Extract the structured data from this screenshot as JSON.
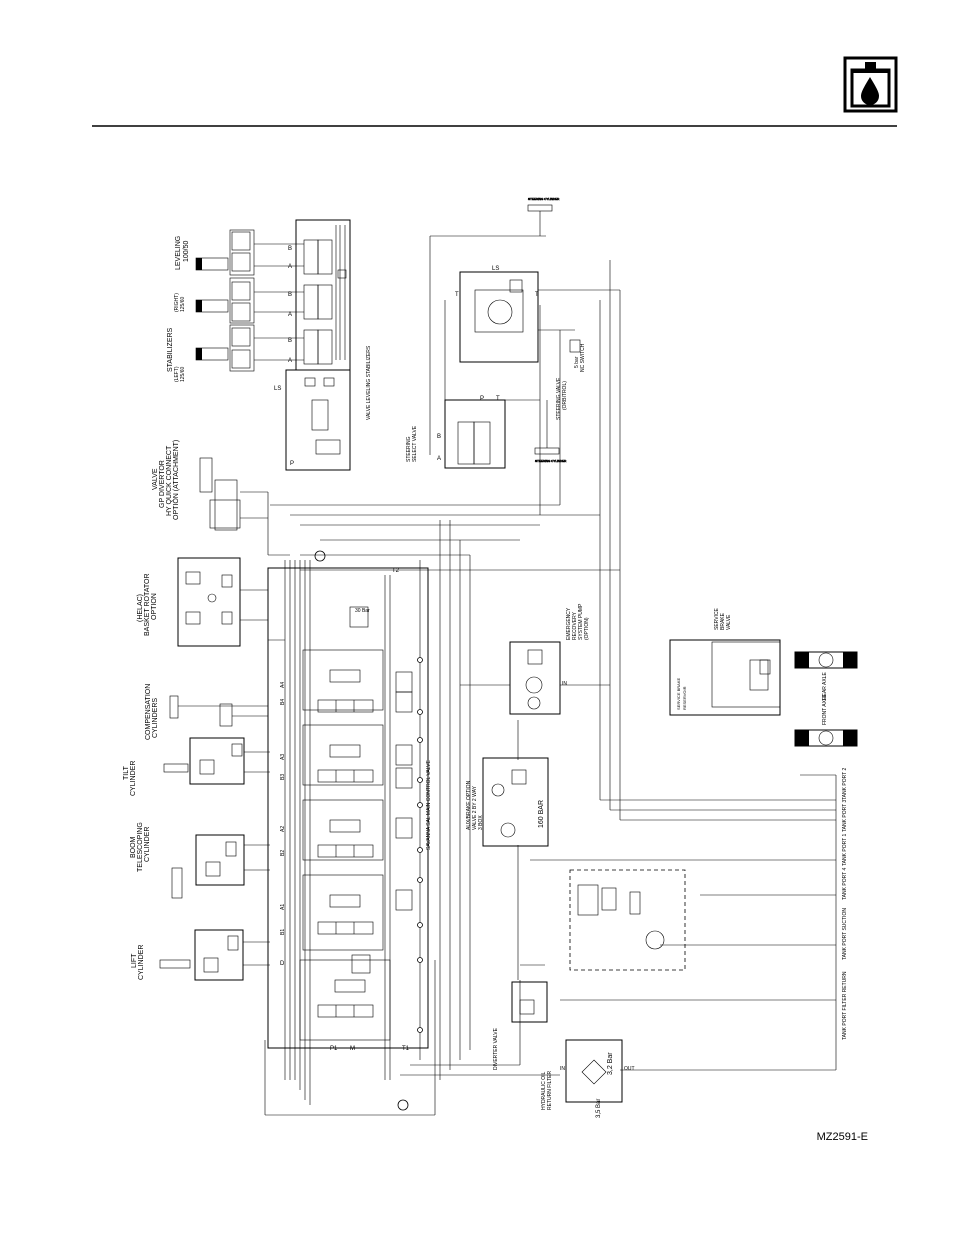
{
  "labels": {
    "leveling": [
      "LEVELING",
      "100/50"
    ],
    "stabilizers": [
      "STABILIZERS",
      "(RIGHT)",
      "125/60",
      "(LEFT)",
      "125/60"
    ],
    "valve_quick": [
      "VALVE",
      "GP DIVERTOR",
      "HY QUICK CONNECT",
      "OPTION (ATTACHMENT)"
    ],
    "basket": [
      "(HELAC)",
      "BASKET ROTATOR",
      "OPTION"
    ],
    "compensation": [
      "COMPENSATION",
      "CYLINDERS"
    ],
    "tilt": [
      "TILT",
      "CYLINDER"
    ],
    "boom_tele": [
      "BOOM",
      "TELESCOPING",
      "CYLINDER"
    ],
    "lift": [
      "LIFT",
      "CYLINDER"
    ],
    "main_valve": "SAVANNA SAL MAIN CONTROL VALVE",
    "valve_leveling": "VALVE LEVELING STABILIZERS",
    "steering_select": [
      "STEERING",
      "SELECT VALVE"
    ],
    "steering_valve": [
      "STEERING VALVE",
      "(ORBITROL)"
    ],
    "switch": [
      "5 bar",
      "NC SWITCH"
    ],
    "emergency": [
      "EMERGENCY",
      "RECOVERY",
      "SYSTEM PUMP",
      "(OPTION)"
    ],
    "aux_pump": [
      "AUX/BRAKE OPTION",
      "VALVE 2 BY 2 WAY",
      "3 BOX"
    ],
    "bar160": "160 BAR",
    "diverter": "DIVERTER VALVE",
    "filter": [
      "HYDRAULIC OIL",
      "RETURN FILTER"
    ],
    "filter_bar1": "3,2 Bar",
    "filter_bar2": "3,5 Bar",
    "front_axle": "FRONT AXLE",
    "rear_axle": "REAR AXLE",
    "service_brake": [
      "SERVICE",
      "BRAKE",
      "VALVE"
    ],
    "brake_reservoir": [
      "SERVICE BRAKE",
      "RESERVOIR"
    ],
    "tank_ports": [
      "TANK PORT 2",
      "TANK PORT 3",
      "TANK PORT 1",
      "TANK PORT 4",
      "TANK PORT SUCTION",
      "TANK PORT FILTER RETURN"
    ],
    "ports": [
      "A",
      "B",
      "P",
      "T",
      "LS",
      "T2",
      "T1",
      "P1",
      "M",
      "D",
      "IN",
      "OUT",
      "A1",
      "B1",
      "A2",
      "B2",
      "A3",
      "B3",
      "A4",
      "B4"
    ],
    "bar30": "30 Bar",
    "top_block": "STEERING CYLINDER",
    "bottom_block": "STEERING CYLINDER"
  },
  "figure_id": "MZ2591-E",
  "colors": {
    "ink": "#000000",
    "paper": "#ffffff"
  },
  "icons": [
    "hydraulic-oil-icon"
  ]
}
